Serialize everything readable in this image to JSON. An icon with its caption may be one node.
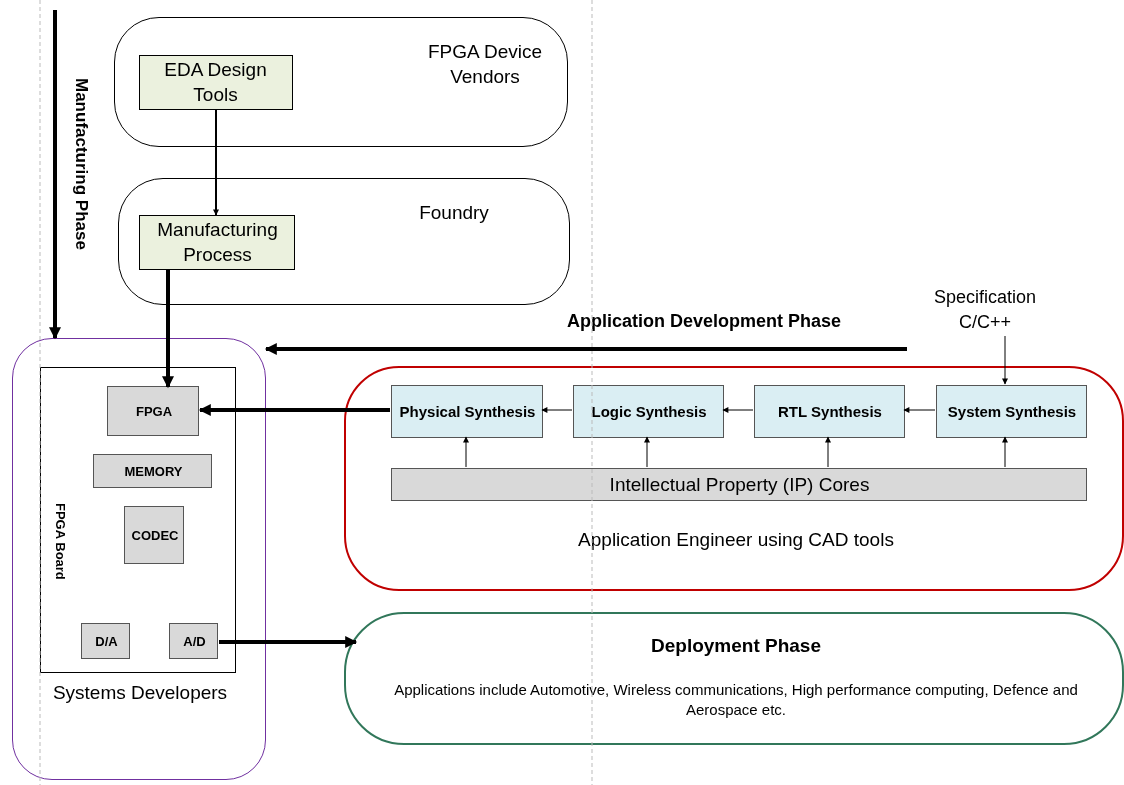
{
  "diagram": {
    "nodes": [
      {
        "text": [
          "FPGA Device Vendors"
        ]
      },
      {
        "text": [
          "EDA Design Tools"
        ],
        "in": 0
      },
      {
        "text": [
          "Foundry"
        ]
      },
      {
        "text": [
          "Manufacturing Process"
        ],
        "in": 2
      },
      {
        "text": [
          "Systems Developers"
        ]
      },
      {
        "text": [
          "FPGA Board"
        ],
        "in": 4
      },
      {
        "text": [
          "FPGA"
        ],
        "in": 5
      },
      {
        "text": [
          "MEMORY"
        ],
        "in": 5
      },
      {
        "text": [
          "CODEC"
        ],
        "in": 5
      },
      {
        "text": [
          "D/A"
        ],
        "in": 5
      },
      {
        "text": [
          "A/D"
        ],
        "in": 5
      },
      {
        "text": [
          "Application Engineer using CAD tools"
        ]
      },
      {
        "text": [
          "Physical Synthesis"
        ],
        "in": 11
      },
      {
        "text": [
          "Logic Synthesis"
        ],
        "in": 11
      },
      {
        "text": [
          "RTL Synthesis"
        ],
        "in": 11
      },
      {
        "text": [
          "System Synthesis"
        ],
        "in": 11
      },
      {
        "text": [
          "Intellectual Property (IP) Cores"
        ],
        "in": 11
      },
      {
        "text": [
          "Deployment Phase",
          "Applications include Automotive, Wireless communications, High performance computing, Defence and Aerospace etc."
        ]
      },
      {
        "text": [
          "Specification C/C++"
        ]
      }
    ],
    "edges": [
      {
        "from": 1,
        "to": 3,
        "arrow": "to"
      },
      {
        "from": 3,
        "to": 6,
        "arrow": "to",
        "style": "thick"
      },
      {
        "from": null,
        "to": 4,
        "arrow": "to",
        "style": "thick"
      },
      {
        "from": null,
        "to": 4,
        "arrow": "to",
        "style": "thick"
      },
      {
        "from": 12,
        "to": 6,
        "arrow": "to",
        "style": "thick"
      },
      {
        "from": 13,
        "to": 12,
        "arrow": "to"
      },
      {
        "from": 14,
        "to": 13,
        "arrow": "to"
      },
      {
        "from": 15,
        "to": 14,
        "arrow": "to"
      },
      {
        "from": 16,
        "to": 12,
        "arrow": "to"
      },
      {
        "from": 16,
        "to": 13,
        "arrow": "to"
      },
      {
        "from": 16,
        "to": 14,
        "arrow": "to"
      },
      {
        "from": 16,
        "to": 15,
        "arrow": "to"
      },
      {
        "from": 18,
        "to": 15,
        "arrow": "to"
      },
      {
        "from": 10,
        "to": 17,
        "arrow": "to",
        "style": "thick"
      }
    ],
    "labels": [
      "Manufacturing Phase",
      "Application Development Phase"
    ]
  }
}
